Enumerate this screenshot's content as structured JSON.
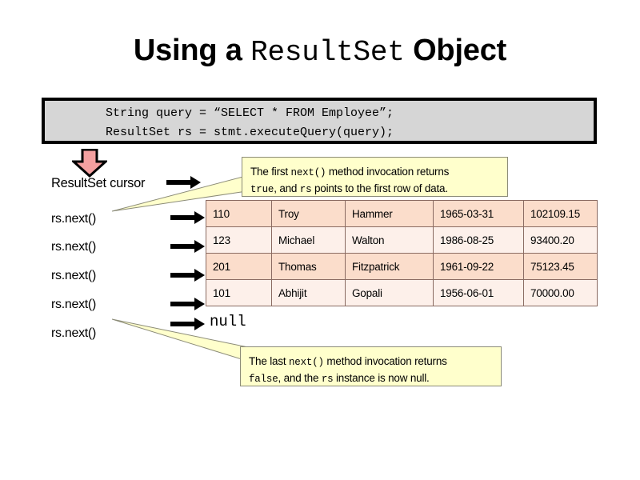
{
  "title": {
    "prefix": "Using a ",
    "mono": "ResultSet",
    "suffix": " Object"
  },
  "code_box": {
    "line1": "String query = “SELECT * FROM Employee”;",
    "line2": "ResultSet rs = stmt.executeQuery(query);",
    "background": "#d6d6d6",
    "border_color": "#000000"
  },
  "cursor_marker": {
    "icon": "down-arrow-icon",
    "fill": "#f4a0a0",
    "stroke": "#000000"
  },
  "labels": {
    "cursor": "ResultSet cursor",
    "next_calls": [
      "rs.next()",
      "rs.next()",
      "rs.next()",
      "rs.next()",
      "rs.next()"
    ]
  },
  "null_literal": "null",
  "table": {
    "row_color_odd": "#fbddcb",
    "row_color_even": "#fdf0ea",
    "border_color": "#8a6b62",
    "rows": [
      [
        "110",
        "Troy",
        "Hammer",
        "1965-03-31",
        "102109.15"
      ],
      [
        "123",
        "Michael",
        "Walton",
        "1986-08-25",
        "93400.20"
      ],
      [
        "201",
        "Thomas",
        "Fitzpatrick",
        "1961-09-22",
        "75123.45"
      ],
      [
        "101",
        "Abhijit",
        "Gopali",
        "1956-06-01",
        "70000.00"
      ]
    ]
  },
  "callouts": {
    "first": {
      "line1_a": "The first ",
      "line1_mono": "next()",
      "line1_b": " method invocation returns",
      "line2_mono_a": "true",
      "line2_a": ", and ",
      "line2_mono_b": "rs",
      "line2_b": " points to the first row of data.",
      "background": "#ffffcc",
      "border_color": "#8c8c78"
    },
    "last": {
      "line1_a": "The last ",
      "line1_mono": "next()",
      "line1_b": " method invocation returns",
      "line2_mono_a": "false",
      "line2_a": ", and the ",
      "line2_mono_b": "rs",
      "line2_b": " instance is now null.",
      "background": "#ffffcc",
      "border_color": "#8c8c78"
    }
  },
  "arrows": {
    "color": "#000000",
    "icon": "right-arrow-icon",
    "count": 6
  }
}
